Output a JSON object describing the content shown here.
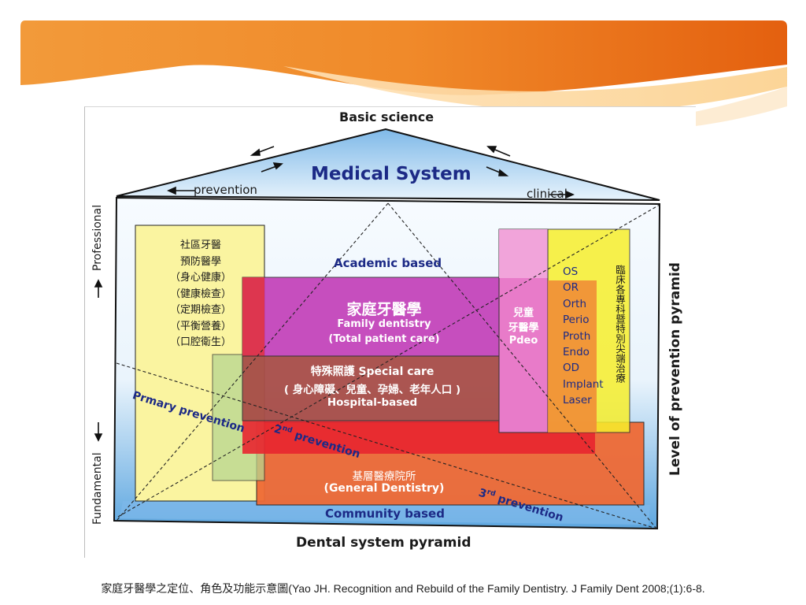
{
  "diagram": {
    "top_label": "Basic science",
    "roof_title": "Medical System",
    "roof_left": "prevention",
    "roof_right": "clinical",
    "academic": "Academic based",
    "community_list": [
      "社區牙醫",
      "預防醫學",
      "（身心健康）",
      "（健康檢查）",
      "（定期檢查）",
      "（平衡營養）",
      "（口腔衛生）"
    ],
    "family": {
      "zh": "家庭牙醫學",
      "en": "Family dentistry",
      "sub": "(Total patient care)"
    },
    "pedo": {
      "zh1": "兒童",
      "zh2": "牙醫學",
      "en": "Pdeo"
    },
    "specialties": [
      "OS",
      "OR",
      "Orth",
      "Perio",
      "Proth",
      "Endo",
      "OD",
      "Implant",
      "Laser"
    ],
    "specialty_vertical": "臨床各專科暨特別尖端治療",
    "special": {
      "line1": "特殊照護 Special care",
      "line2": "( 身心障礙、兒童、孕婦、老年人口 )",
      "line3": "Hospital-based"
    },
    "general": {
      "zh": "基層醫療院所",
      "en": "(General Dentistry)"
    },
    "community_based": "Community based",
    "primary": "Prmary prevention",
    "second_num": "2",
    "second_sup": "nd",
    "second_word": " prevention",
    "third_num": "3",
    "third_sup": "rd",
    "third_word": "prevention",
    "left_top": "Professional",
    "left_bottom": "Fundamental",
    "right_side": "Level of prevention pyramid",
    "bottom_label": "Dental system pyramid"
  },
  "caption": "家庭牙醫學之定位、角色及功能示意圖(Yao JH. Recognition and Rebuild of the Family Dentistry. J Family Dent 2008;(1):6-8.",
  "colors": {
    "banner": "#e8611a",
    "yellow": "#faf4a0",
    "magenta": "#c23cb8",
    "special": "#a84d48",
    "general": "#ef6a35",
    "pink": "#e87bc9",
    "specialty_yellow": "#f7ef2c",
    "blue_frame": "#8cc4ec"
  }
}
